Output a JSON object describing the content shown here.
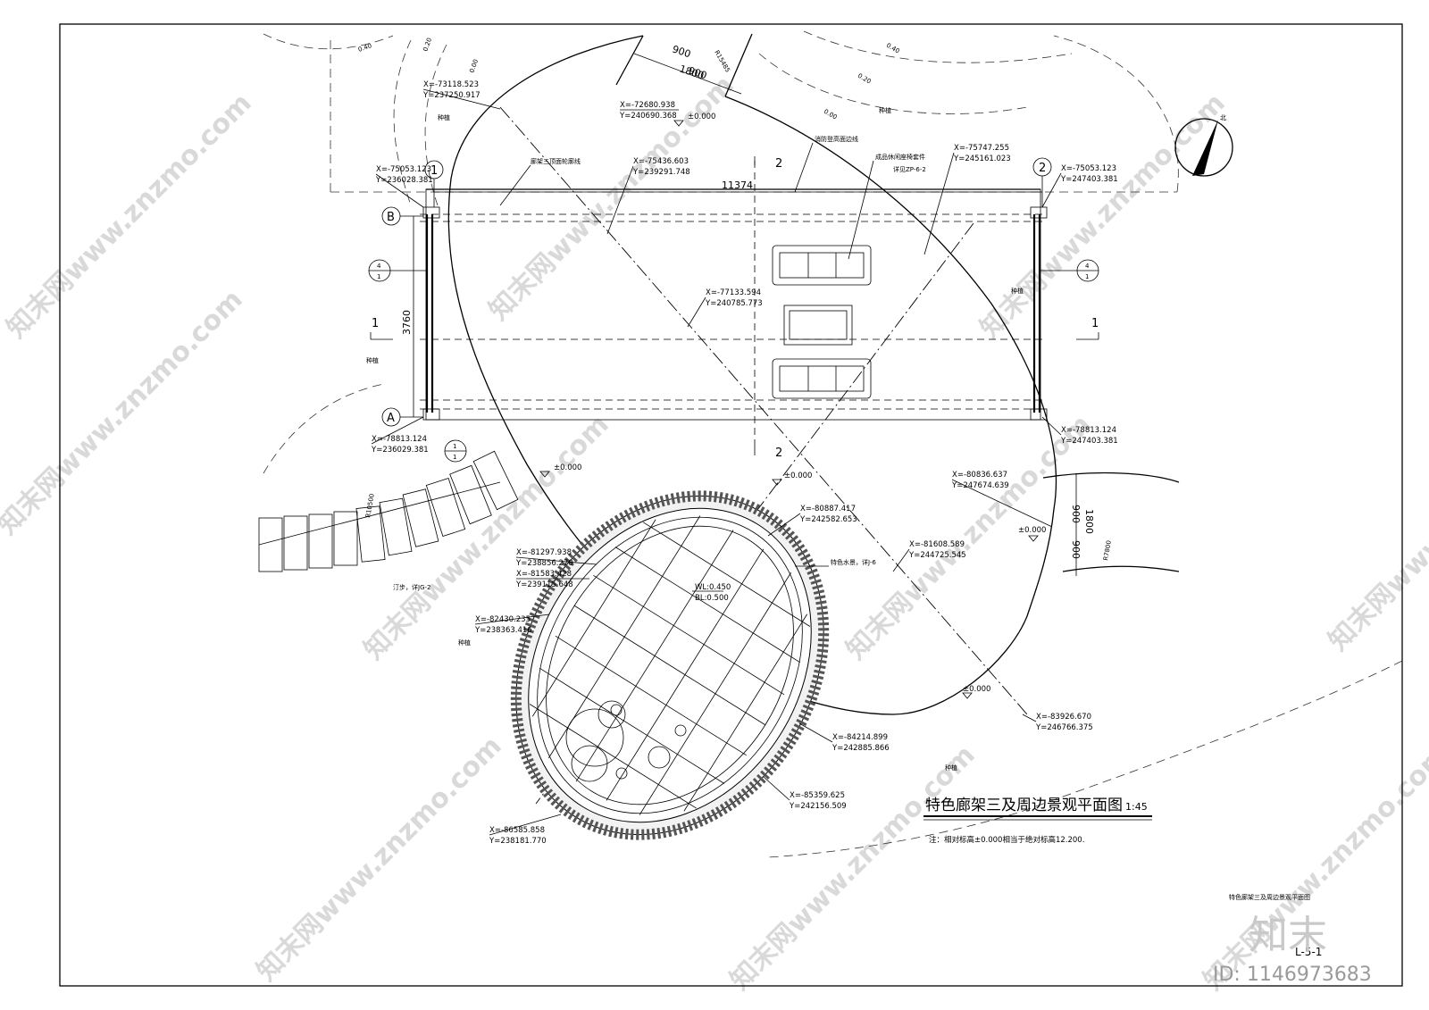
{
  "title": {
    "main": "特色廊架三及周边景观平面图",
    "scale": "1:45",
    "note": "注：相对标高±0.000相当于绝对标高12.200."
  },
  "sheet": {
    "name": "特色廊架三及周边景观平面图",
    "number": "L-5-1",
    "id_label": "ID: 1146973683",
    "logo_text": "知末"
  },
  "north": {
    "label": "北"
  },
  "grid": {
    "col1": "1",
    "col2": "2",
    "rowA": "A",
    "rowB": "B",
    "sec1": "1",
    "sec2": "2",
    "detail_num": "4",
    "detail_ref": "1"
  },
  "dimensions": {
    "width": "11374",
    "depth": "3760",
    "top_a": "900",
    "top_b": "1800",
    "top_c": "900",
    "top_r": "R15485",
    "right_a": "900",
    "right_b": "1800",
    "right_c": "900",
    "right_r": "R7800",
    "left_r": "R10500"
  },
  "contours": {
    "c1": "0.40",
    "c2": "0.20",
    "c3": "0.00",
    "c4": "0.40",
    "c5": "0.20",
    "c6": "0.00"
  },
  "levels": {
    "l1": "±0.000",
    "l2": "±0.000",
    "l3": "±0.000",
    "l4": "±0.000",
    "l5": "±0.000",
    "wl": "WL:0.450",
    "bl": "BL:0.500"
  },
  "annotations": {
    "pergola_outline": "廊架三顶面轮廓线",
    "fire_line": "消防登高面边线",
    "bench": "成品休闲座椅套件",
    "bench_ref": "详见ZP-6-2",
    "water": "特色水景，详J-6",
    "stepping": "汀步，详JG-2",
    "plant1": "种植",
    "plant2": "种植",
    "plant3": "种植",
    "plant4": "种植",
    "plant5": "种植",
    "plant6": "种植"
  },
  "coords": [
    {
      "x": "X=-73118.523",
      "y": "Y=237250.917"
    },
    {
      "x": "X=-72680.938",
      "y": "Y=240690.368"
    },
    {
      "x": "X=-75053.123",
      "y": "Y=236028.381"
    },
    {
      "x": "X=-75436.603",
      "y": "Y=239291.748"
    },
    {
      "x": "X=-75747.255",
      "y": "Y=245161.023"
    },
    {
      "x": "X=-75053.123",
      "y": "Y=247403.381"
    },
    {
      "x": "X=-77133.594",
      "y": "Y=240785.773"
    },
    {
      "x": "X=-78813.124",
      "y": "Y=236029.381"
    },
    {
      "x": "X=-78813.124",
      "y": "Y=247403.381"
    },
    {
      "x": "X=-80836.637",
      "y": "Y=247674.639"
    },
    {
      "x": "X=-80887.417",
      "y": "Y=242582.653"
    },
    {
      "x": "X=-81297.938",
      "y": "Y=238856.270"
    },
    {
      "x": "X=-81583.428",
      "y": "Y=239115.648"
    },
    {
      "x": "X=-81608.589",
      "y": "Y=244725.545"
    },
    {
      "x": "X=-82430.235",
      "y": "Y=238363.416"
    },
    {
      "x": "X=-83926.670",
      "y": "Y=246766.375"
    },
    {
      "x": "X=-84214.899",
      "y": "Y=242885.866"
    },
    {
      "x": "X=-85359.625",
      "y": "Y=242156.509"
    },
    {
      "x": "X=-86585.858",
      "y": "Y=238181.770"
    }
  ],
  "watermarks": {
    "w1": "知末网www.znzmo.com",
    "w2": "知末网www.znzmo.com",
    "w3": "知末网www.znzmo.com",
    "w4": "知末网www.znzmo.com",
    "w5": "知末网www.znzmo.com",
    "w6": "知末网www.znzmo.com",
    "w7": "知末网www.znzmo.com",
    "w8": "知末网www.znzmo.com",
    "w9": "知末网www.znzmo.com",
    "w10": "知末网www.znzmo.com"
  }
}
